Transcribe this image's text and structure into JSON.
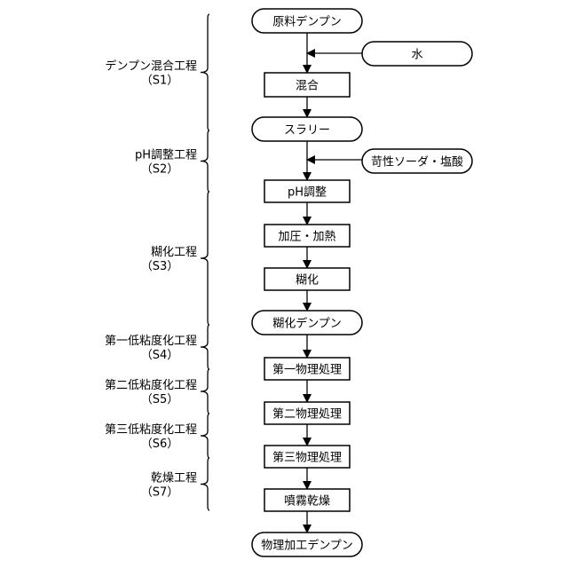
{
  "process_steps": [
    {
      "id": "n1",
      "label": "原料デンプン",
      "shape": "terminal"
    },
    {
      "id": "n2",
      "label": "混合",
      "shape": "process"
    },
    {
      "id": "n3",
      "label": "スラリー",
      "shape": "terminal"
    },
    {
      "id": "n4",
      "label": "pH調整",
      "shape": "process"
    },
    {
      "id": "n5",
      "label": "加圧・加熱",
      "shape": "process"
    },
    {
      "id": "n6",
      "label": "糊化",
      "shape": "process"
    },
    {
      "id": "n7",
      "label": "糊化デンプン",
      "shape": "terminal"
    },
    {
      "id": "n8",
      "label": "第一物理処理",
      "shape": "process"
    },
    {
      "id": "n9",
      "label": "第二物理処理",
      "shape": "process"
    },
    {
      "id": "n10",
      "label": "第三物理処理",
      "shape": "process"
    },
    {
      "id": "n11",
      "label": "噴霧乾燥",
      "shape": "process"
    },
    {
      "id": "n12",
      "label": "物理加工デンプン",
      "shape": "terminal"
    }
  ],
  "inputs": [
    {
      "id": "in1",
      "label": "水"
    },
    {
      "id": "in2",
      "label": "苛性ソーダ・塩酸"
    }
  ],
  "stages": [
    {
      "id": "s1",
      "name": "デンプン混合工程",
      "code": "（S1）"
    },
    {
      "id": "s2",
      "name": "pH調整工程",
      "code": "（S2）"
    },
    {
      "id": "s3",
      "name": "糊化工程",
      "code": "（S3）"
    },
    {
      "id": "s4",
      "name": "第一低粘度化工程",
      "code": "（S4）"
    },
    {
      "id": "s5",
      "name": "第二低粘度化工程",
      "code": "（S5）"
    },
    {
      "id": "s6",
      "name": "第三低粘度化工程",
      "code": "（S6）"
    },
    {
      "id": "s7",
      "name": "乾燥工程",
      "code": "（S7）"
    }
  ],
  "edges": [
    {
      "from": "n1",
      "to": "n2"
    },
    {
      "from": "n2",
      "to": "n3"
    },
    {
      "from": "n3",
      "to": "n4"
    },
    {
      "from": "n4",
      "to": "n5"
    },
    {
      "from": "n5",
      "to": "n6"
    },
    {
      "from": "n6",
      "to": "n7"
    },
    {
      "from": "n7",
      "to": "n8"
    },
    {
      "from": "n8",
      "to": "n9"
    },
    {
      "from": "n9",
      "to": "n10"
    },
    {
      "from": "n10",
      "to": "n11"
    },
    {
      "from": "n11",
      "to": "n12"
    },
    {
      "from": "in1",
      "to": "n2"
    },
    {
      "from": "in2",
      "to": "n4"
    }
  ]
}
